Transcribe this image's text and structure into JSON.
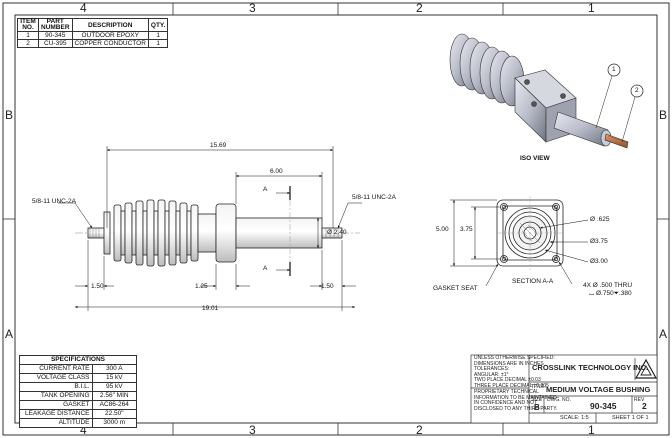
{
  "zones": {
    "top": [
      "4",
      "3",
      "2",
      "1"
    ],
    "bottom": [
      "4",
      "3",
      "2",
      "1"
    ],
    "left": [
      "B",
      "A"
    ],
    "right": [
      "B",
      "A"
    ]
  },
  "bom": {
    "headers": [
      "ITEM NO.",
      "PART NUMBER",
      "DESCRIPTION",
      "QTY."
    ],
    "rows": [
      [
        "1",
        "90-345",
        "OUTDOOR EPOXY",
        "1"
      ],
      [
        "2",
        "CU-395",
        "COPPER CONDUCTOR",
        "1"
      ]
    ]
  },
  "specs": {
    "title": "SPECIFICATIONS",
    "rows": [
      [
        "CURRENT RATE",
        "300 A"
      ],
      [
        "VOLTAGE CLASS",
        "15 kV"
      ],
      [
        "B.I.L.",
        "95 kV"
      ],
      [
        "TANK OPENING",
        "2.56\" MIN"
      ],
      [
        "GASKET",
        "AC86-264"
      ],
      [
        "LEAKAGE DISTANCE",
        "22.50\""
      ],
      [
        "ALTITUDE",
        "3000 m"
      ]
    ]
  },
  "dims": {
    "overall_bell": "15.69",
    "span": "6.00",
    "left_thread": "5/8-11 UNC-2A",
    "right_thread": "5/8-11 UNC-2A",
    "diameter": "Ø 2.40",
    "left_end": "1.50",
    "mid": "1.25",
    "right_end": "1.50",
    "overall": "19.01",
    "section_mark": "A",
    "flange_outer": "5.00",
    "flange_inner": "3.75",
    "d1": "Ø .625",
    "d2": "Ø3.75",
    "d3": "Ø3.00",
    "holes_1": "4X  Ø .500 THRU",
    "holes_2": "⌴ Ø.750⏷.380",
    "gasket": "GASKET SEAT",
    "section_label": "SECTION A-A",
    "iso_label": "ISO VIEW",
    "balloon_1": "1",
    "balloon_2": "2"
  },
  "title_block": {
    "notes": [
      "UNLESS OTHERWISE SPECIFIED:",
      "DIMENSIONS ARE IN INCHES",
      "TOLERANCES:",
      "ANGULAR: ±1°",
      "TWO PLACE DECIMAL  ±0.03",
      "THREE PLACE DECIMAL  ±0.005",
      "THIRD ANGLE PROJECTION"
    ],
    "proprietary": [
      "PROPRIETARY TECHNICAL",
      "INFORMATION TO BE MAINTAINED",
      "IN CONFIDENCE AND NOT",
      "DISCLOSED TO ANY THIRD PARTY."
    ],
    "company": "CROSSLINK TECHNOLOGY INC.",
    "title_prefix": "TITLE:",
    "title": "MEDIUM VOLTAGE BUSHING",
    "size_label": "SIZE",
    "size": "B",
    "dwg_label": "DWG.  NO.",
    "dwg_no": "90-345",
    "rev_label": "REV",
    "rev": "2",
    "scale": "SCALE: 1:5",
    "sheet": "SHEET 1 OF 1"
  }
}
